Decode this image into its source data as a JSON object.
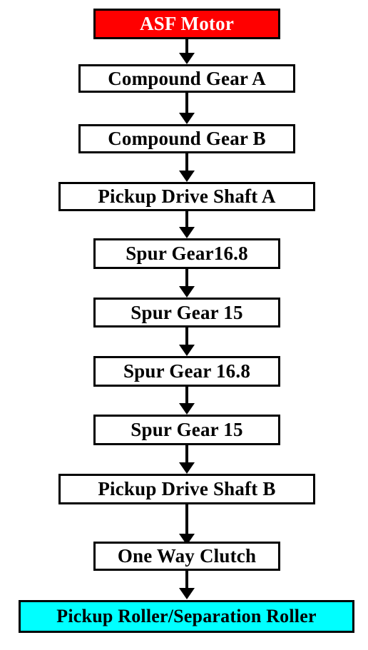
{
  "steps": [
    {
      "label": "ASF Motor"
    },
    {
      "label": "Compound Gear A"
    },
    {
      "label": "Compound Gear B"
    },
    {
      "label": "Pickup Drive Shaft A"
    },
    {
      "label": "Spur Gear16.8"
    },
    {
      "label": "Spur Gear 15"
    },
    {
      "label": "Spur Gear 16.8"
    },
    {
      "label": "Spur Gear 15"
    },
    {
      "label": "Pickup Drive Shaft B"
    },
    {
      "label": "One Way Clutch"
    },
    {
      "label": "Pickup Roller/Separation Roller"
    }
  ],
  "colors": {
    "start_fill": "#ff0000",
    "end_fill": "#00ffff",
    "box_fill": "#ffffff",
    "stroke": "#000000"
  }
}
